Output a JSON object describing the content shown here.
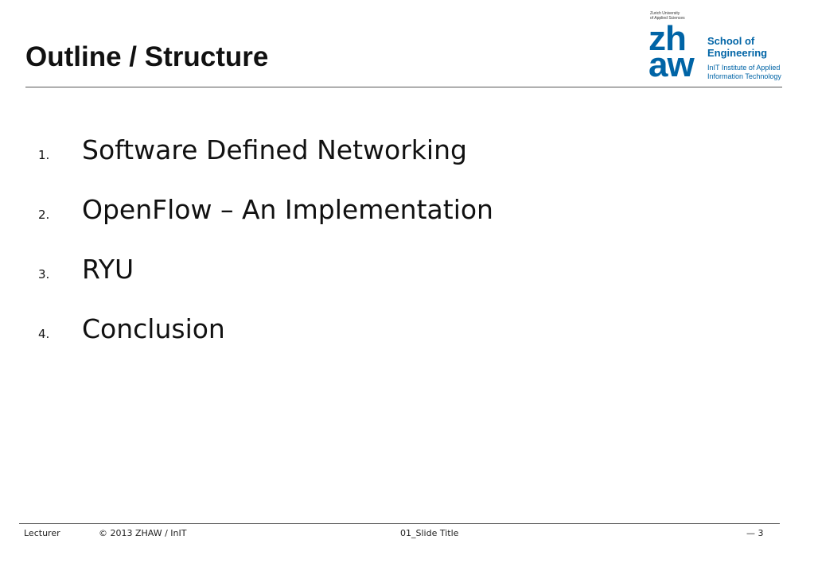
{
  "slide": {
    "title": "Outline / Structure"
  },
  "logo": {
    "university_line1": "Zurich University",
    "university_line2": "of Applied Sciences",
    "mark_line1": "zh",
    "mark_line2": "aw",
    "school_line1": "School of",
    "school_line2": "Engineering",
    "institute_line1": "InIT Institute of Applied",
    "institute_line2": "Information Technology",
    "color": "#0064a6"
  },
  "outline": {
    "items": [
      {
        "number": "1.",
        "text": "Software Defined Networking"
      },
      {
        "number": "2.",
        "text": "OpenFlow – An Implementation"
      },
      {
        "number": "3.",
        "text": "RYU"
      },
      {
        "number": "4.",
        "text": "Conclusion"
      }
    ]
  },
  "footer": {
    "lecturer": "Lecturer",
    "copyright": "©  2013  ZHAW  /  InIT",
    "slide_name": "01_Slide Title",
    "page": "— 3"
  }
}
